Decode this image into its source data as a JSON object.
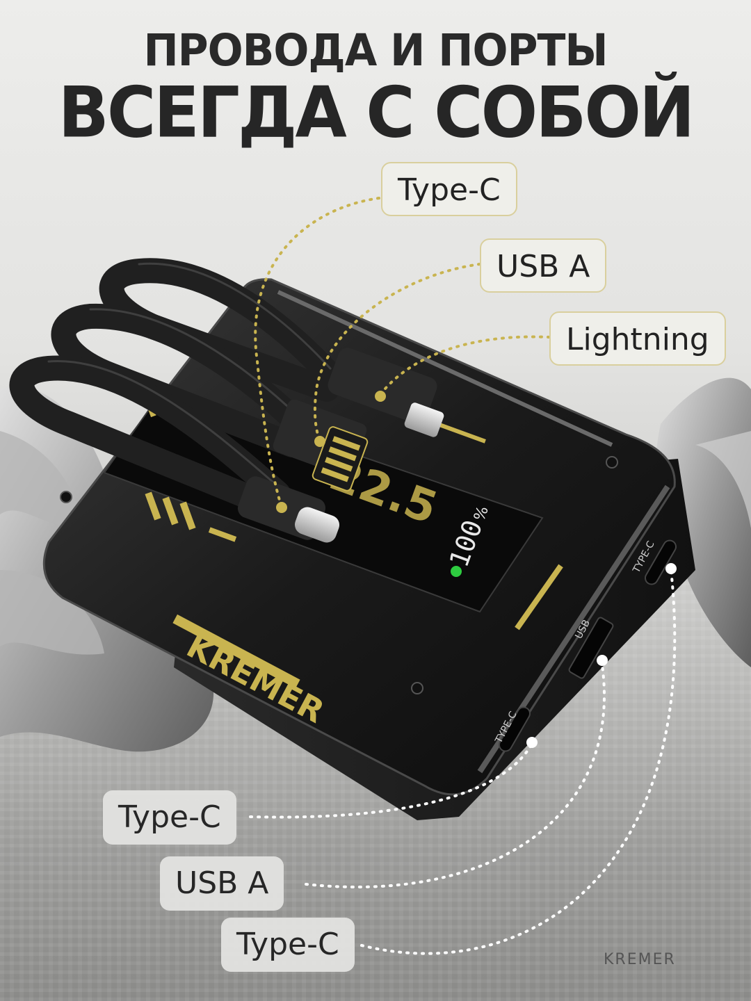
{
  "headline": {
    "line1": "ПРОВОДА И ПОРТЫ",
    "line2": "ВСЕГДА С СОБОЙ"
  },
  "cable_labels": [
    {
      "text": "Type-C"
    },
    {
      "text": "USB A"
    },
    {
      "text": "Lightning"
    }
  ],
  "port_labels": [
    {
      "text": "Type-C"
    },
    {
      "text": "USB A"
    },
    {
      "text": "Type-C"
    }
  ],
  "device": {
    "brand": "KREMER",
    "display_value": "100",
    "display_unit": "%",
    "port_markings": [
      "TYPE-C",
      "USB",
      "TYPE-C"
    ]
  },
  "watermark": "KREMER",
  "colors": {
    "accent_gold": "#c9b450",
    "device_body": "#1c1c1c",
    "label_border": "#d9cf9d"
  }
}
